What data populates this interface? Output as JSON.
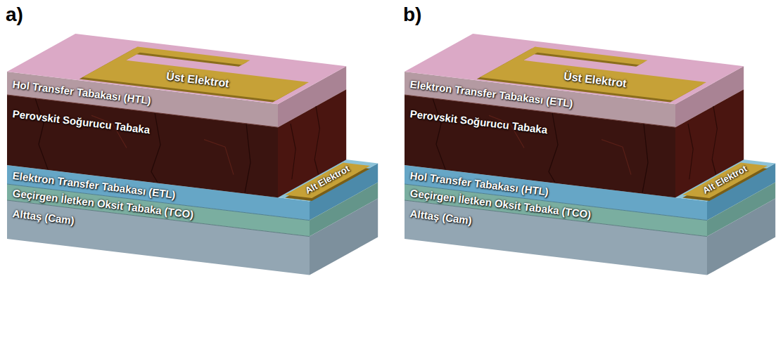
{
  "diagram": {
    "nodes": [
      {
        "text": [
          "Üst Elektrot"
        ]
      },
      {
        "text": [
          "Hol Transfer Tabakası (HTL)"
        ]
      },
      {
        "text": [
          "Perovskit Soğurucu Tabaka"
        ]
      },
      {
        "text": [
          "Elektron Transfer Tabakası (ETL)"
        ]
      },
      {
        "text": [
          "Geçirgen İletken Oksit Tabaka (TCO)"
        ]
      },
      {
        "text": [
          "Alttaş (Cam)"
        ]
      },
      {
        "text": [
          "Alt Elektrot"
        ]
      },
      {
        "text": [
          "Üst Elektrot"
        ]
      },
      {
        "text": [
          "Elektron Transfer Tabakası (ETL)"
        ]
      },
      {
        "text": [
          "Perovskit Soğurucu Tabaka"
        ]
      },
      {
        "text": [
          "Hol Transfer Tabakası (HTL)"
        ]
      },
      {
        "text": [
          "Geçirgen İletken Oksit Tabaka (TCO)"
        ]
      },
      {
        "text": [
          "Alttaş (Cam)"
        ]
      },
      {
        "text": [
          "Alt Elektrot"
        ]
      }
    ],
    "labels": [
      "a)",
      "b)"
    ]
  }
}
